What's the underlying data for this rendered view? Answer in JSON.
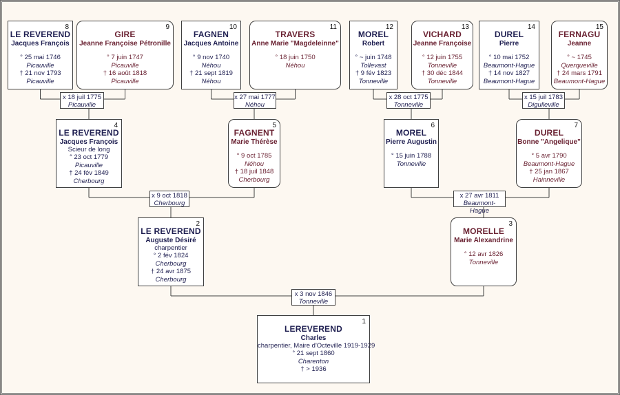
{
  "persons": {
    "p1": {
      "num": "1",
      "name": "LEREVEREND",
      "given": "Charles",
      "occupation": "charpentier, Maire d'Octeville 1919-1929",
      "birth_date": "° 21 sept 1860",
      "birth_place": "Charenton",
      "death_date": "† > 1936",
      "death_place": ""
    },
    "p2": {
      "num": "2",
      "name": "LE REVEREND",
      "given": "Auguste Désiré",
      "occupation": "charpentier",
      "birth_date": "° 2 fév 1824",
      "birth_place": "Cherbourg",
      "death_date": "† 24 avr 1875",
      "death_place": "Cherbourg"
    },
    "p3": {
      "num": "3",
      "name": "MORELLE",
      "given": "Marie Alexandrine",
      "occupation": "",
      "birth_date": "° 12 avr 1826",
      "birth_place": "Tonneville",
      "death_date": "",
      "death_place": ""
    },
    "p4": {
      "num": "4",
      "name": "LE REVEREND",
      "given": "Jacques François",
      "occupation": "Scieur de long",
      "birth_date": "° 23 oct 1779",
      "birth_place": "Picauville",
      "death_date": "† 24 fév 1849",
      "death_place": "Cherbourg"
    },
    "p5": {
      "num": "5",
      "name": "FAGNENT",
      "given": "Marie Thérèse",
      "occupation": "",
      "birth_date": "° 9 oct 1785",
      "birth_place": "Néhou",
      "death_date": "† 18 juil 1848",
      "death_place": "Cherbourg"
    },
    "p6": {
      "num": "6",
      "name": "MOREL",
      "given": "Pierre Augustin",
      "occupation": "",
      "birth_date": "° 15 juin 1788",
      "birth_place": "Tonneville",
      "death_date": "",
      "death_place": ""
    },
    "p7": {
      "num": "7",
      "name": "DUREL",
      "given": "Bonne \"Angelique\"",
      "occupation": "",
      "birth_date": "° 5 avr 1790",
      "birth_place": "Beaumont-Hague",
      "death_date": "† 25 jan 1867",
      "death_place": "Hainneville"
    },
    "p8": {
      "num": "8",
      "name": "LE REVEREND",
      "given": "Jacques François",
      "occupation": "",
      "birth_date": "° 25 mai 1746",
      "birth_place": "Picauville",
      "death_date": "† 21 nov 1793",
      "death_place": "Picauville"
    },
    "p9": {
      "num": "9",
      "name": "GIRE",
      "given": "Jeanne Françoise Pétronille",
      "occupation": "",
      "birth_date": "° 7 juin 1747",
      "birth_place": "Picauville",
      "death_date": "† 16 août 1818",
      "death_place": "Picauville"
    },
    "p10": {
      "num": "10",
      "name": "FAGNEN",
      "given": "Jacques Antoine",
      "occupation": "",
      "birth_date": "° 9 nov 1740",
      "birth_place": "Néhou",
      "death_date": "† 21 sept 1819",
      "death_place": "Néhou"
    },
    "p11": {
      "num": "11",
      "name": "TRAVERS",
      "given": "Anne Marie \"Magdeleinne\"",
      "occupation": "",
      "birth_date": "° 18 juin 1750",
      "birth_place": "Néhou",
      "death_date": "",
      "death_place": ""
    },
    "p12": {
      "num": "12",
      "name": "MOREL",
      "given": "Robert",
      "occupation": "",
      "birth_date": "° ~ juin 1748",
      "birth_place": "Tollevast",
      "death_date": "† 9 fév 1823",
      "death_place": "Tonneville"
    },
    "p13": {
      "num": "13",
      "name": "VICHARD",
      "given": "Jeanne Françoise",
      "occupation": "",
      "birth_date": "° 12 juin 1755",
      "birth_place": "Tonneville",
      "death_date": "† 30 déc 1844",
      "death_place": "Tonneville"
    },
    "p14": {
      "num": "14",
      "name": "DUREL",
      "given": "Pierre",
      "occupation": "",
      "birth_date": "° 10 mai 1752",
      "birth_place": "Beaumont-Hague",
      "death_date": "† 14 nov 1827",
      "death_place": "Beaumont-Hague"
    },
    "p15": {
      "num": "15",
      "name": "FERNAGU",
      "given": "Jeanne",
      "occupation": "",
      "birth_date": "° ~ 1745",
      "birth_place": "Querqueville",
      "death_date": "† 24 mars 1791",
      "death_place": "Beaumont-Hague"
    }
  },
  "marriages": {
    "m1": {
      "date": "x 3 nov 1846",
      "place": "Tonneville"
    },
    "m2": {
      "date": "x 9 oct 1818",
      "place": "Cherbourg"
    },
    "m3": {
      "date": "x 27 avr 1811",
      "place": "Beaumont-Hague"
    },
    "m4": {
      "date": "x 18 juil 1775",
      "place": "Picauville"
    },
    "m5": {
      "date": "x 27 mai 1777",
      "place": "Néhou"
    },
    "m6": {
      "date": "x 28 oct 1775",
      "place": "Tonneville"
    },
    "m7": {
      "date": "x 15 juil 1783",
      "place": "Digulleville"
    }
  },
  "colors": {
    "male_text": "#1e1e50",
    "female_text": "#6a2232",
    "border": "#404040",
    "background": "#fdf8f1"
  }
}
